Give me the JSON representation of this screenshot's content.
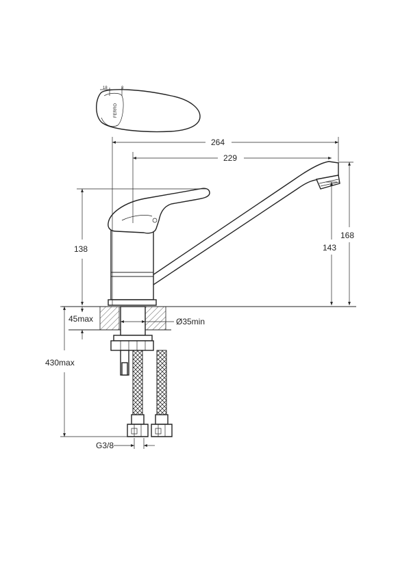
{
  "dimensions": {
    "overall_reach": "264",
    "spout_reach": "229",
    "body_height": "138",
    "spout_height": "143",
    "total_height": "168",
    "deck_thickness": "45max",
    "hole_diameter": "Ø35min",
    "hose_length": "430max",
    "connection_thread": "G3/8"
  },
  "handle_top_view": {
    "small_dim_a": "18",
    "small_dim_b": "8",
    "brand_text": "FERRO"
  },
  "colors": {
    "stroke": "#222222",
    "hatch": "#555555"
  }
}
